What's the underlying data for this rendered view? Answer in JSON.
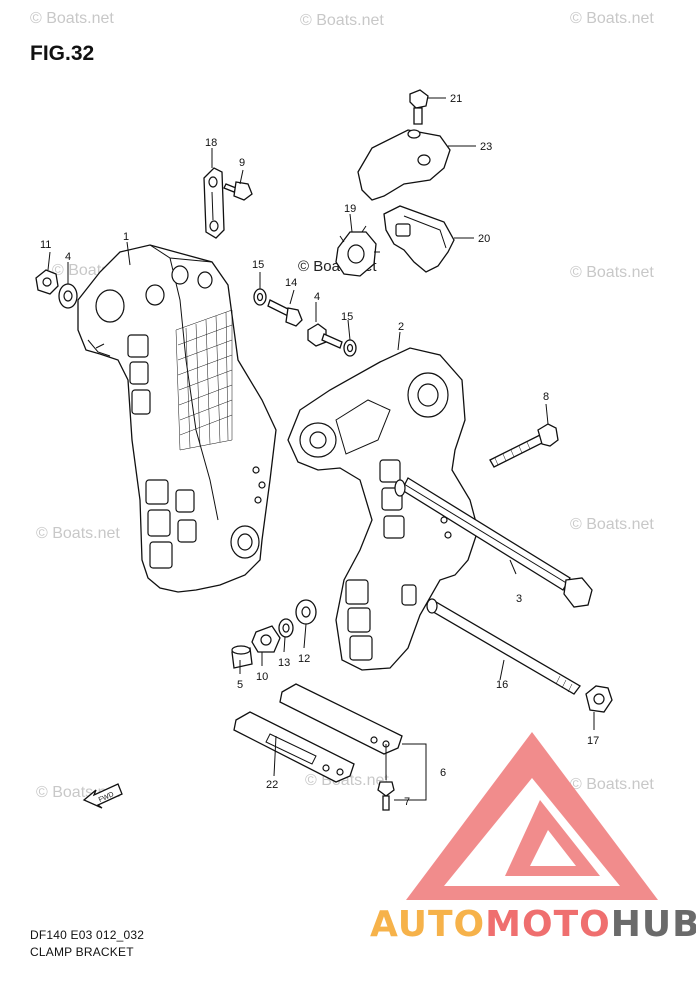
{
  "figure": {
    "title": "FIG.32",
    "caption_line1": "DF140 E03 012_032",
    "caption_line2": "CLAMP BRACKET"
  },
  "watermark": {
    "text": "© Boats.net"
  },
  "brand": {
    "part1": "AUTO",
    "part2": "MOTO",
    "part3": "HUB",
    "colors": {
      "auto": "#f6b24a",
      "moto": "#ef6f6f",
      "hub": "#6a6a6a",
      "triangle": "#f08080"
    }
  },
  "fwd_icon_label": "FWD",
  "callouts": [
    {
      "id": "c1",
      "label": "1"
    },
    {
      "id": "c2",
      "label": "2"
    },
    {
      "id": "c3",
      "label": "3"
    },
    {
      "id": "c4a",
      "label": "4"
    },
    {
      "id": "c4b",
      "label": "4"
    },
    {
      "id": "c5",
      "label": "5"
    },
    {
      "id": "c6",
      "label": "6"
    },
    {
      "id": "c7",
      "label": "7"
    },
    {
      "id": "c8",
      "label": "8"
    },
    {
      "id": "c9",
      "label": "9"
    },
    {
      "id": "c10",
      "label": "10"
    },
    {
      "id": "c11",
      "label": "11"
    },
    {
      "id": "c12",
      "label": "12"
    },
    {
      "id": "c13",
      "label": "13"
    },
    {
      "id": "c14",
      "label": "14"
    },
    {
      "id": "c15a",
      "label": "15"
    },
    {
      "id": "c15b",
      "label": "15"
    },
    {
      "id": "c16",
      "label": "16"
    },
    {
      "id": "c17",
      "label": "17"
    },
    {
      "id": "c18",
      "label": "18"
    },
    {
      "id": "c19",
      "label": "19"
    },
    {
      "id": "c20",
      "label": "20"
    },
    {
      "id": "c21",
      "label": "21"
    },
    {
      "id": "c22",
      "label": "22"
    },
    {
      "id": "c23",
      "label": "23"
    }
  ]
}
